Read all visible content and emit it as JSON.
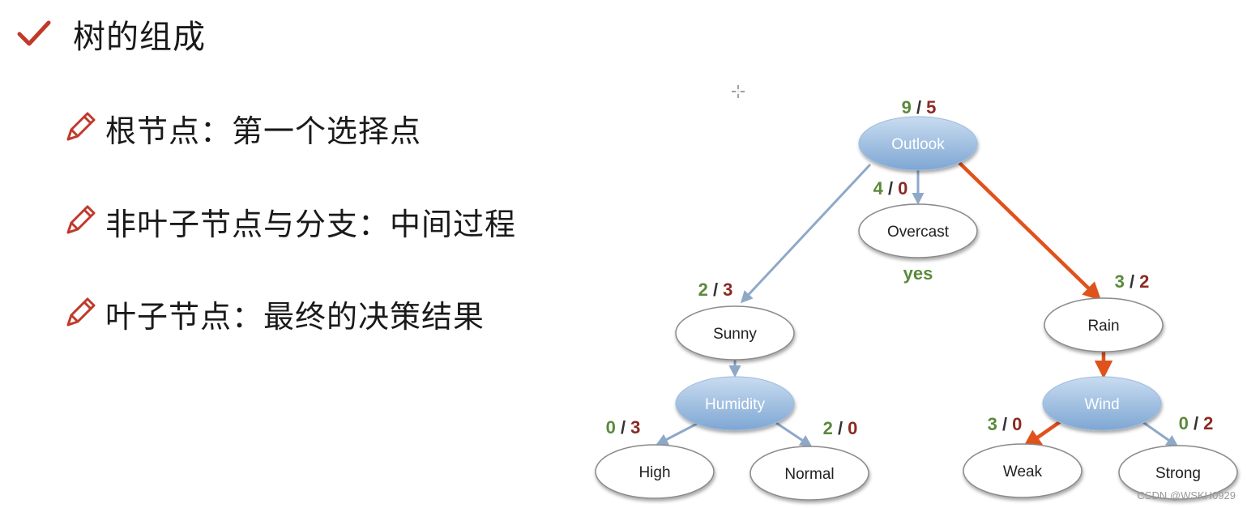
{
  "title": "树的组成",
  "bullets": [
    {
      "text": "根节点：第一个选择点"
    },
    {
      "text": "非叶子节点与分支：中间过程"
    },
    {
      "text": "叶子节点：最终的决策结果"
    }
  ],
  "tree": {
    "nodes": [
      {
        "id": "outlook",
        "label": "Outlook",
        "kind": "decision",
        "yes": "9",
        "no": "5"
      },
      {
        "id": "overcast",
        "label": "Overcast",
        "kind": "leaf",
        "yes": "4",
        "no": "0",
        "result": "yes"
      },
      {
        "id": "sunny",
        "label": "Sunny",
        "kind": "branch",
        "yes": "2",
        "no": "3"
      },
      {
        "id": "rain",
        "label": "Rain",
        "kind": "branch",
        "yes": "3",
        "no": "2"
      },
      {
        "id": "humidity",
        "label": "Humidity",
        "kind": "decision"
      },
      {
        "id": "wind",
        "label": "Wind",
        "kind": "decision"
      },
      {
        "id": "high",
        "label": "High",
        "kind": "leaf",
        "yes": "0",
        "no": "3"
      },
      {
        "id": "normal",
        "label": "Normal",
        "kind": "leaf",
        "yes": "2",
        "no": "0"
      },
      {
        "id": "weak",
        "label": "Weak",
        "kind": "leaf",
        "yes": "3",
        "no": "0"
      },
      {
        "id": "strong",
        "label": "Strong",
        "kind": "leaf",
        "yes": "0",
        "no": "2"
      }
    ],
    "edges": [
      {
        "from": "outlook",
        "to": "overcast",
        "highlight": false
      },
      {
        "from": "outlook",
        "to": "sunny",
        "highlight": false
      },
      {
        "from": "outlook",
        "to": "rain",
        "highlight": true
      },
      {
        "from": "sunny",
        "to": "humidity",
        "highlight": false
      },
      {
        "from": "rain",
        "to": "wind",
        "highlight": true
      },
      {
        "from": "humidity",
        "to": "high",
        "highlight": false
      },
      {
        "from": "humidity",
        "to": "normal",
        "highlight": false
      },
      {
        "from": "wind",
        "to": "weak",
        "highlight": true
      },
      {
        "from": "wind",
        "to": "strong",
        "highlight": false
      }
    ],
    "count_separator": "/"
  },
  "watermark": "CSDN @WSKH0929",
  "colors": {
    "check": "#c0392b",
    "pencil": "#c0392b",
    "yes_count": "#5a8a3a",
    "no_count": "#8b2a22",
    "separator": "#333333",
    "decision_fill_top": "#c9dcf0",
    "decision_fill_bottom": "#7ea6d3",
    "decision_text": "#ffffff",
    "leaf_fill": "#ffffff",
    "leaf_stroke": "#8a8a8a",
    "leaf_text": "#222222",
    "edge": "#8ea8c8",
    "edge_highlight": "#e0521c",
    "result_text": "#5a8a3a"
  },
  "icons": {
    "title": "checkmark-icon",
    "bullet": "pencil-icon",
    "cursor": "crosshair-cursor-icon"
  }
}
